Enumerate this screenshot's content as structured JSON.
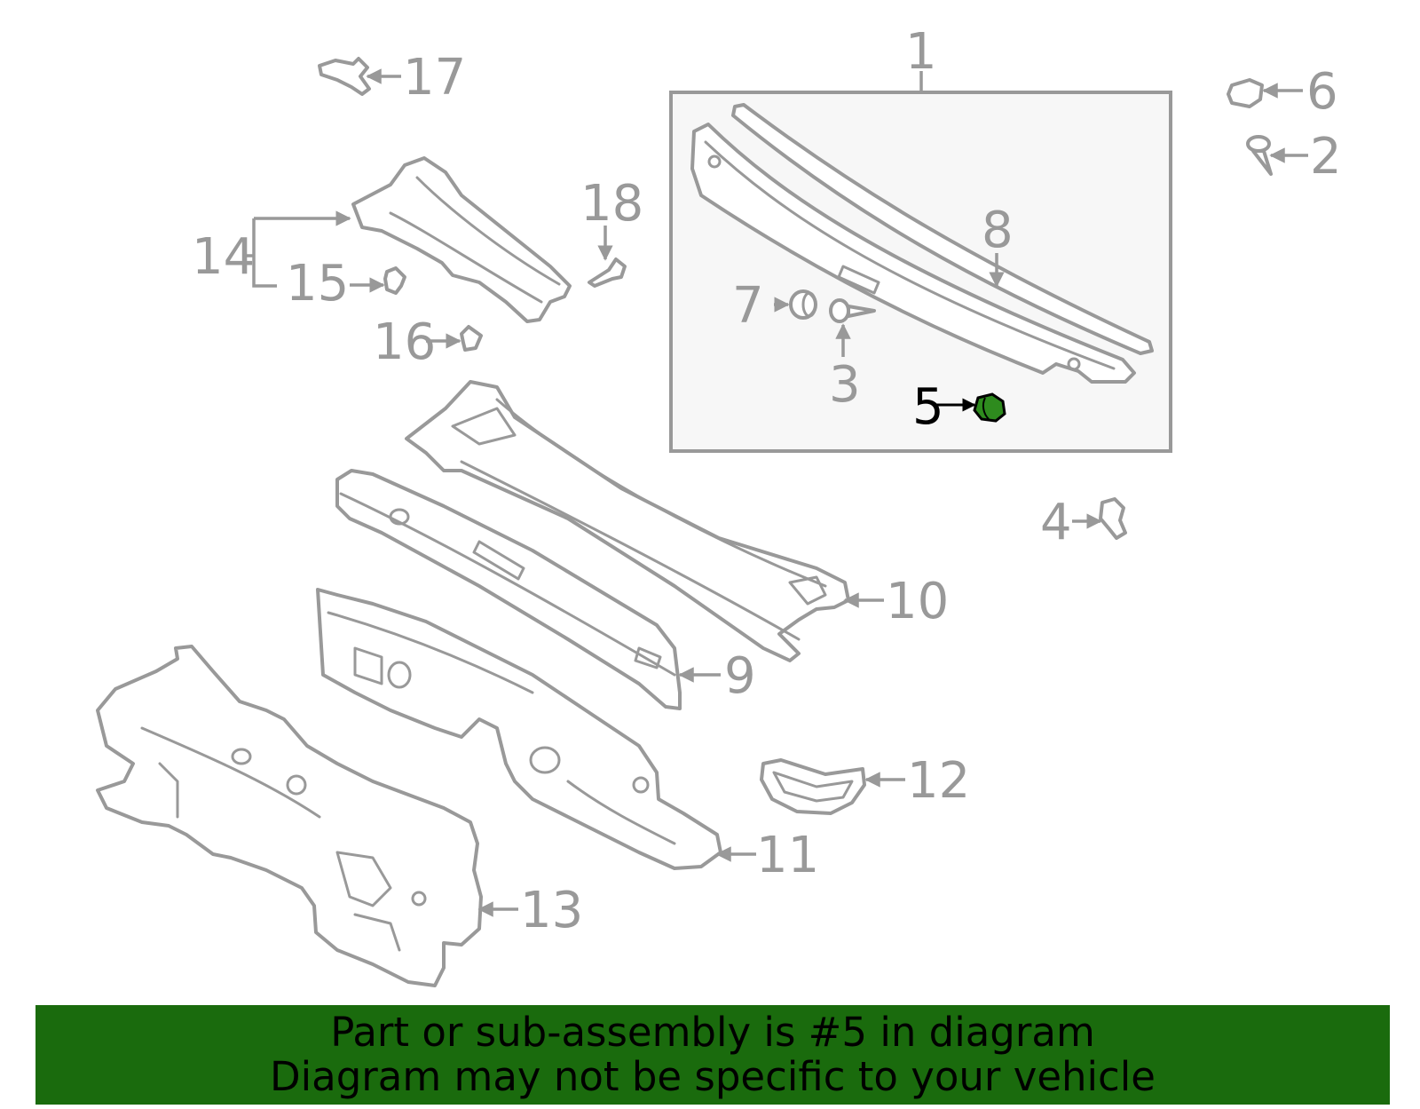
{
  "callouts": {
    "c1": "1",
    "c2": "2",
    "c3": "3",
    "c4": "4",
    "c5": "5",
    "c6": "6",
    "c7": "7",
    "c8": "8",
    "c9": "9",
    "c10": "10",
    "c11": "11",
    "c12": "12",
    "c13": "13",
    "c14": "14",
    "c15": "15",
    "c16": "16",
    "c17": "17",
    "c18": "18"
  },
  "highlight": {
    "part_number": "5",
    "fill_color": "#2e8b1e",
    "label_color": "#000000"
  },
  "colors": {
    "line": "#999999",
    "inset_box_bg": "#f7f7f7",
    "banner_bg": "#1a6b0d"
  },
  "banner": {
    "line1": "Part or sub-assembly is #5 in diagram",
    "line2": "Diagram may not be specific to your vehicle"
  }
}
